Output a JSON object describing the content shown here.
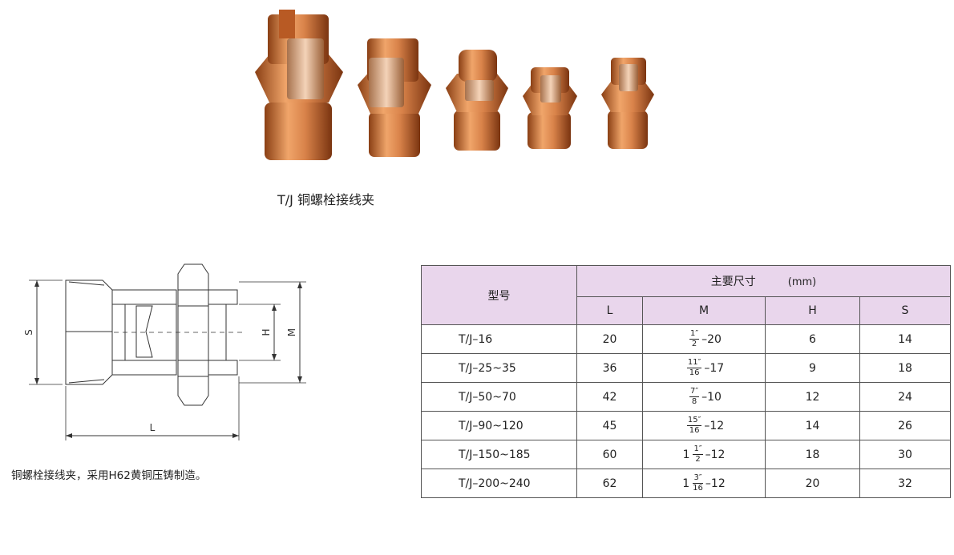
{
  "product": {
    "caption": "T/J 铜螺栓接线夹"
  },
  "drawing": {
    "labels": {
      "S": "S",
      "H": "H",
      "M": "M",
      "L": "L"
    }
  },
  "note": "铜螺栓接线夹，采用H62黄铜压铸制造。",
  "table": {
    "header_model": "型号",
    "header_dims": "主要尺寸",
    "header_unit": "(mm)",
    "col_L": "L",
    "col_M": "M",
    "col_H": "H",
    "col_S": "S",
    "rows": [
      {
        "model": "T/J–16",
        "L": "20",
        "M_whole": "",
        "M_num": "1″",
        "M_den": "2",
        "M_rest": "–20",
        "H": "6",
        "S": "14"
      },
      {
        "model": "T/J–25~35",
        "L": "36",
        "M_whole": "",
        "M_num": "11″",
        "M_den": "16",
        "M_rest": "–17",
        "H": "9",
        "S": "18"
      },
      {
        "model": "T/J–50~70",
        "L": "42",
        "M_whole": "",
        "M_num": "7″",
        "M_den": "8",
        "M_rest": "–10",
        "H": "12",
        "S": "24"
      },
      {
        "model": "T/J–90~120",
        "L": "45",
        "M_whole": "",
        "M_num": "15″",
        "M_den": "16",
        "M_rest": "–12",
        "H": "14",
        "S": "26"
      },
      {
        "model": "T/J–150~185",
        "L": "60",
        "M_whole": "1",
        "M_num": "1″",
        "M_den": "2",
        "M_rest": "–12",
        "H": "18",
        "S": "30"
      },
      {
        "model": "T/J–200~240",
        "L": "62",
        "M_whole": "1",
        "M_num": "3″",
        "M_den": "16",
        "M_rest": "–12",
        "H": "20",
        "S": "32"
      }
    ]
  },
  "colors": {
    "header_bg": "#e9d6ec",
    "copper_light": "#f3b07a",
    "copper_dark": "#8a3f14"
  }
}
